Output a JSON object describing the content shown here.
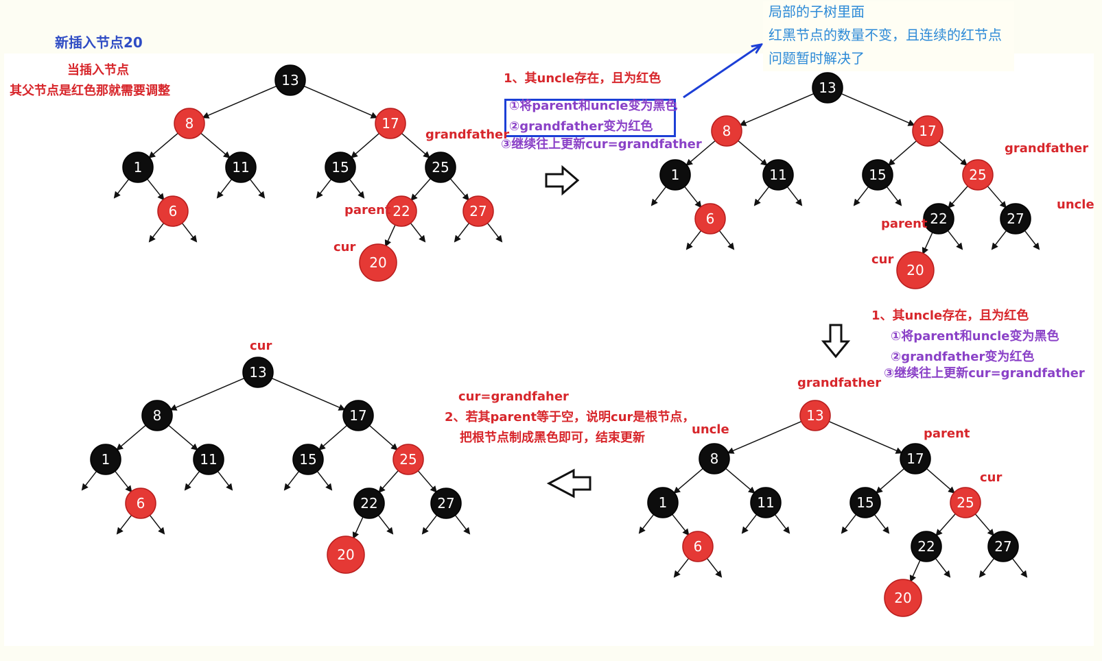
{
  "title": "新插入节点20",
  "intro": [
    "当插入节点",
    "其父节点是红色那就需要调整"
  ],
  "note": [
    "局部的子树里面",
    "红黑节点的数量不变，且连续的红节点",
    "问题暂时解决了"
  ],
  "rule_case1": {
    "heading": "1、其uncle存在，且为红色",
    "step1": "①将parent和uncle变为黑色",
    "step2": "②grandfather变为红色",
    "step3": "③继续往上更新cur=grandfather"
  },
  "rule_case2": {
    "line1": "cur=grandfaher",
    "line2": "2、若其parent等于空，说明cur是根节点，",
    "line3": "把根节点制成黑色即可，结束更新"
  },
  "role_labels": {
    "grandfather": "grandfather",
    "parent": "parent",
    "uncle": "uncle",
    "cur": "cur"
  },
  "colors": {
    "red_node": "#e53935",
    "black_node": "#0d0d0d",
    "red_text": "#d7262b",
    "purple_text": "#8a41c7",
    "title_blue": "#2f4cc4",
    "note_blue": "#2d8ad7",
    "box_blue": "#1c3fd6"
  },
  "arrows": [
    "hollow-right-arrow",
    "hollow-down-arrow",
    "hollow-left-arrow"
  ],
  "trees": [
    {
      "name": "tree-initial",
      "nodes": [
        {
          "key": "13",
          "color": "black"
        },
        {
          "key": "8",
          "color": "red"
        },
        {
          "key": "17",
          "color": "red"
        },
        {
          "key": "1",
          "color": "black"
        },
        {
          "key": "11",
          "color": "black"
        },
        {
          "key": "15",
          "color": "black"
        },
        {
          "key": "25",
          "color": "black"
        },
        {
          "key": "6",
          "color": "red"
        },
        {
          "key": "22",
          "color": "red"
        },
        {
          "key": "27",
          "color": "red"
        },
        {
          "key": "20",
          "color": "red"
        }
      ]
    },
    {
      "name": "tree-after-first-recolor",
      "nodes": [
        {
          "key": "13",
          "color": "black"
        },
        {
          "key": "8",
          "color": "red"
        },
        {
          "key": "17",
          "color": "red"
        },
        {
          "key": "1",
          "color": "black"
        },
        {
          "key": "11",
          "color": "black"
        },
        {
          "key": "15",
          "color": "black"
        },
        {
          "key": "25",
          "color": "red"
        },
        {
          "key": "6",
          "color": "red"
        },
        {
          "key": "22",
          "color": "black"
        },
        {
          "key": "27",
          "color": "black"
        },
        {
          "key": "20",
          "color": "red"
        }
      ]
    },
    {
      "name": "tree-after-second-recolor",
      "nodes": [
        {
          "key": "13",
          "color": "red"
        },
        {
          "key": "8",
          "color": "black"
        },
        {
          "key": "17",
          "color": "black"
        },
        {
          "key": "1",
          "color": "black"
        },
        {
          "key": "11",
          "color": "black"
        },
        {
          "key": "15",
          "color": "black"
        },
        {
          "key": "25",
          "color": "red"
        },
        {
          "key": "6",
          "color": "red"
        },
        {
          "key": "22",
          "color": "black"
        },
        {
          "key": "27",
          "color": "black"
        },
        {
          "key": "20",
          "color": "red"
        }
      ]
    },
    {
      "name": "tree-final",
      "nodes": [
        {
          "key": "13",
          "color": "black"
        },
        {
          "key": "8",
          "color": "black"
        },
        {
          "key": "17",
          "color": "black"
        },
        {
          "key": "1",
          "color": "black"
        },
        {
          "key": "11",
          "color": "black"
        },
        {
          "key": "15",
          "color": "black"
        },
        {
          "key": "25",
          "color": "red"
        },
        {
          "key": "6",
          "color": "red"
        },
        {
          "key": "22",
          "color": "black"
        },
        {
          "key": "27",
          "color": "black"
        },
        {
          "key": "20",
          "color": "red"
        }
      ]
    }
  ]
}
